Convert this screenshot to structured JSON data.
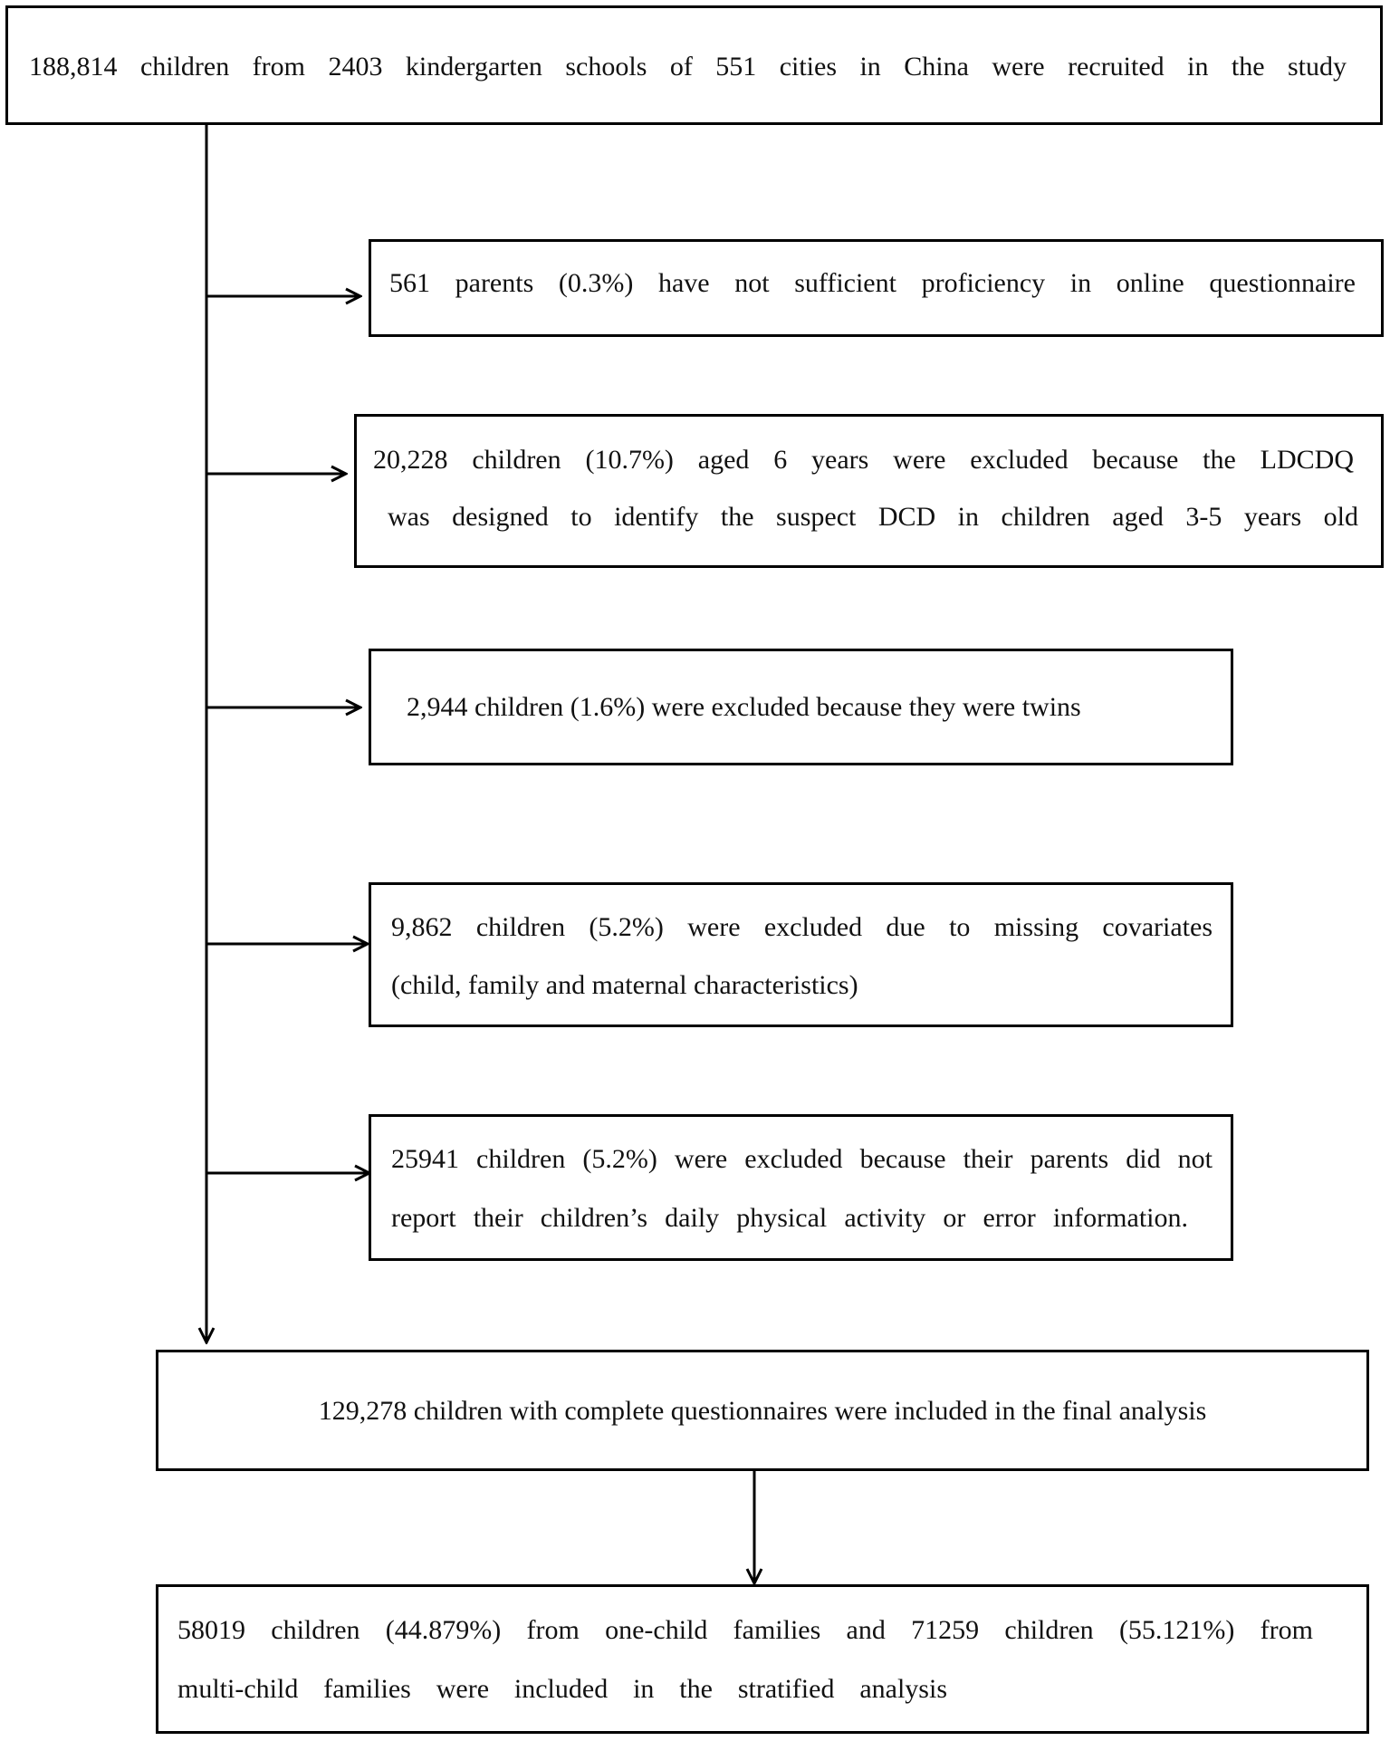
{
  "flowchart": {
    "recruited": "188,814 children from 2403 kindergarten schools of 551 cities in China were recruited in the study",
    "excl_proficiency": "561 parents (0.3%) have not sufficient proficiency in online questionnaire",
    "excl_age": {
      "line1": "20,228 children (10.7%) aged 6 years were excluded because the LDCDQ",
      "line2": "was designed to identify the suspect DCD in children aged 3-5 years old"
    },
    "excl_twins": "2,944 children (1.6%) were excluded because they were twins",
    "excl_covariates": {
      "line1": "9,862 children (5.2%) were excluded due to missing covariates",
      "line2": "(child, family and maternal characteristics)"
    },
    "excl_activity": {
      "line1": "25941 children (5.2%) were excluded because their parents did not",
      "line2": "report their children’s daily physical activity or error information."
    },
    "final_analysis": "129,278 children with complete questionnaires were included in the final analysis",
    "stratified": {
      "line1": "58019 children (44.879%) from one-child families and 71259 children (55.121%) from",
      "line2": "multi-child families were included in the stratified analysis"
    }
  }
}
